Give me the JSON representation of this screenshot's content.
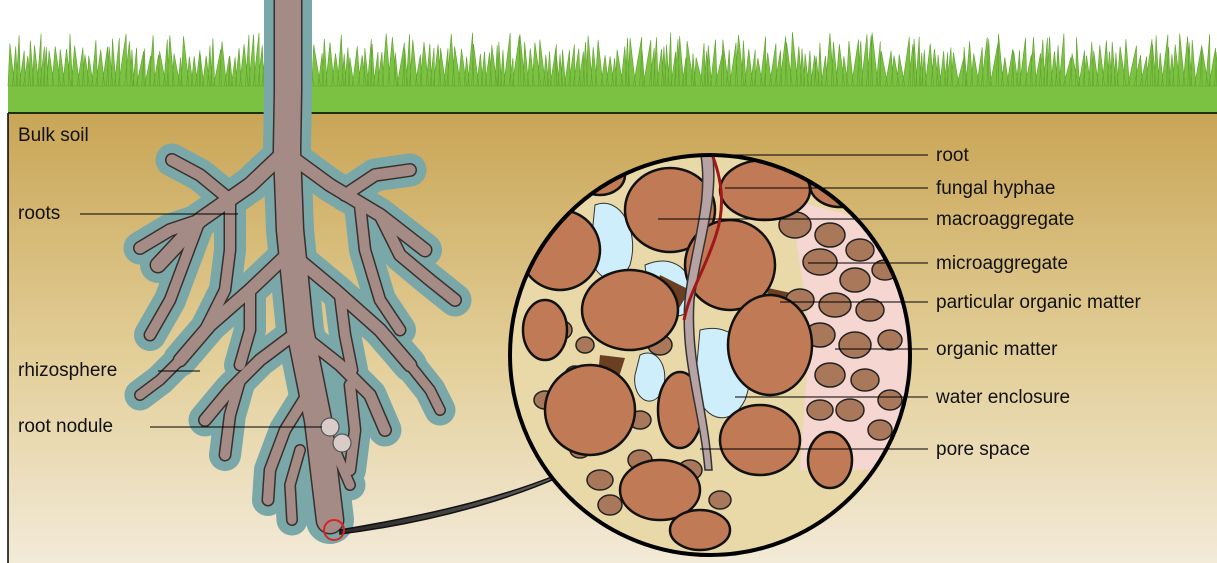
{
  "diagram": {
    "bulk_soil_label": "Bulk soil",
    "left_labels": {
      "roots": "roots",
      "rhizosphere": "rhizosphere",
      "root_nodule": "root nodule"
    },
    "right_labels": {
      "root": "root",
      "fungal_hyphae": "fungal hyphae",
      "macroaggregate": "macroaggregate",
      "microaggregate": "microaggregate",
      "particular_organic_matter": "particular organic matter",
      "organic_matter": "organic matter",
      "water_enclosure": "water enclosure",
      "pore_space": "pore space"
    }
  },
  "colors": {
    "grass": "#7cc242",
    "soil_top": "#c9a556",
    "soil_bottom": "#f3ead8",
    "root": "#a48b86",
    "rhizosphere": "#7aa7a8",
    "aggregate": "#c07a55",
    "micro": "#a9785a",
    "water": "#cdeefa",
    "organic": "#f5d6d0",
    "hyphae": "#a01818",
    "arrow": "#555555",
    "highlight": "#e02020"
  },
  "icons": {
    "magnify_marker": "red-circle",
    "zoom_arrow": "curved-arrow"
  }
}
